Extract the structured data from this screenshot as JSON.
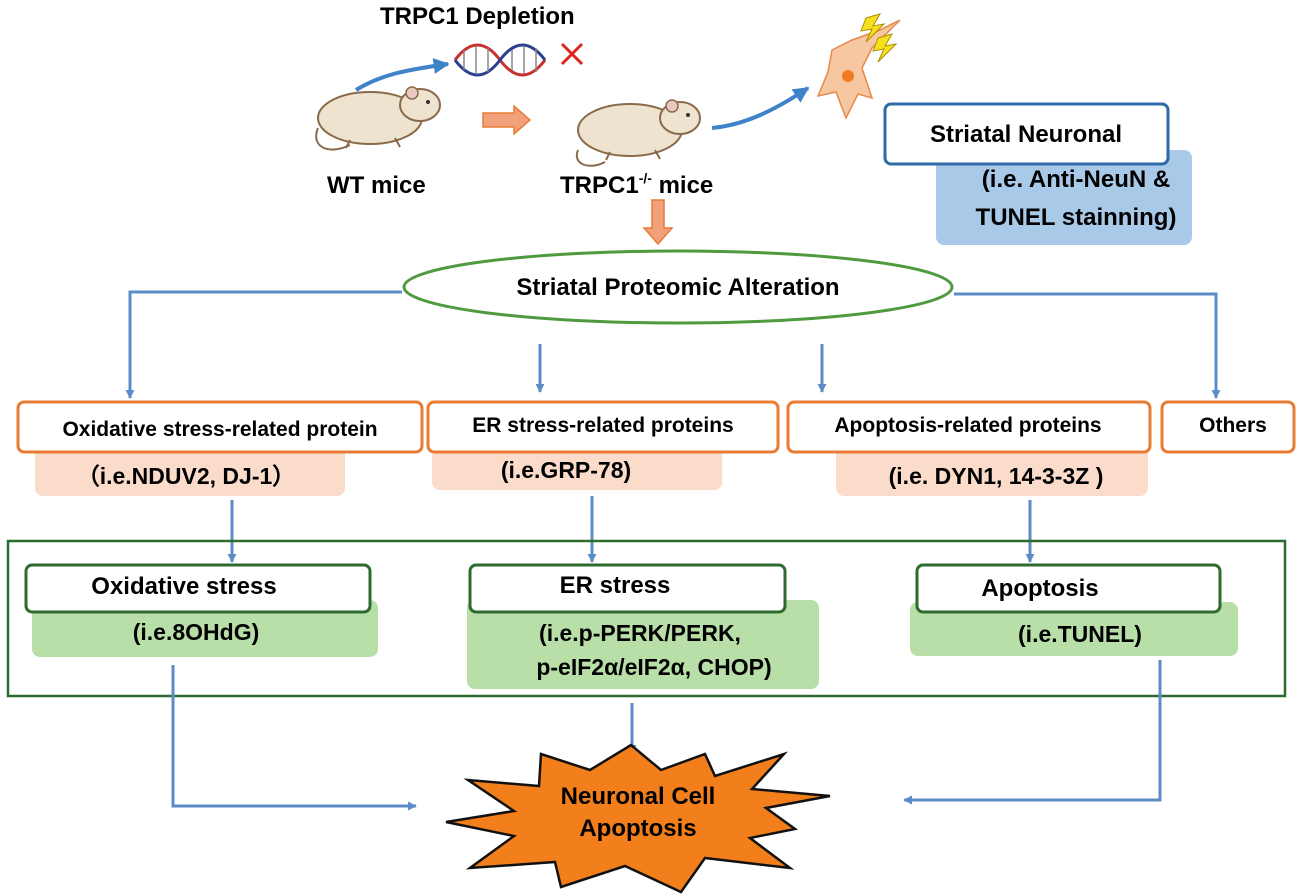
{
  "top": {
    "depletion_label": "TRPC1 Depletion",
    "wt_label": "WT mice",
    "ko_label_main": "TRPC1",
    "ko_label_sup": "-/-",
    "ko_label_tail": " mice",
    "neuronal_title": "Striatal Neuronal",
    "neuronal_line1": "(i.e. Anti-NeuN &",
    "neuronal_line2": "TUNEL stainning)"
  },
  "proteomic": {
    "label": "Striatal Proteomic Alteration"
  },
  "categories": [
    {
      "title": "Oxidative stress-related protein",
      "example": "（i.e.NDUV2, DJ-1）"
    },
    {
      "title": "ER stress-related proteins",
      "example": "(i.e.GRP-78)"
    },
    {
      "title": "Apoptosis-related proteins",
      "example": "(i.e. DYN1, 14-3-3Z )"
    },
    {
      "title": "Others"
    }
  ],
  "outcomes": [
    {
      "title": "Oxidative stress",
      "example": "(i.e.8OHdG)"
    },
    {
      "title": "ER stress",
      "example_line1": "(i.e.p-PERK/PERK,",
      "example_line2": "p-eIF2α/eIF2α, CHOP)"
    },
    {
      "title": "Apoptosis",
      "example": "(i.e.TUNEL)"
    }
  ],
  "final": {
    "line1": "Neuronal Cell",
    "line2": "Apoptosis"
  },
  "colors": {
    "orange_border": "#E97B34",
    "peach_fill": "#FBDCCB",
    "green_border": "#2E6B2E",
    "green_fill": "#B9DFA9",
    "blue_border": "#2E69A9",
    "blue_fill": "#A9C9E8",
    "arrow_blue": "#5B8CC8",
    "ellipse_green": "#4F9A3F",
    "star_fill": "#F27F1B"
  }
}
